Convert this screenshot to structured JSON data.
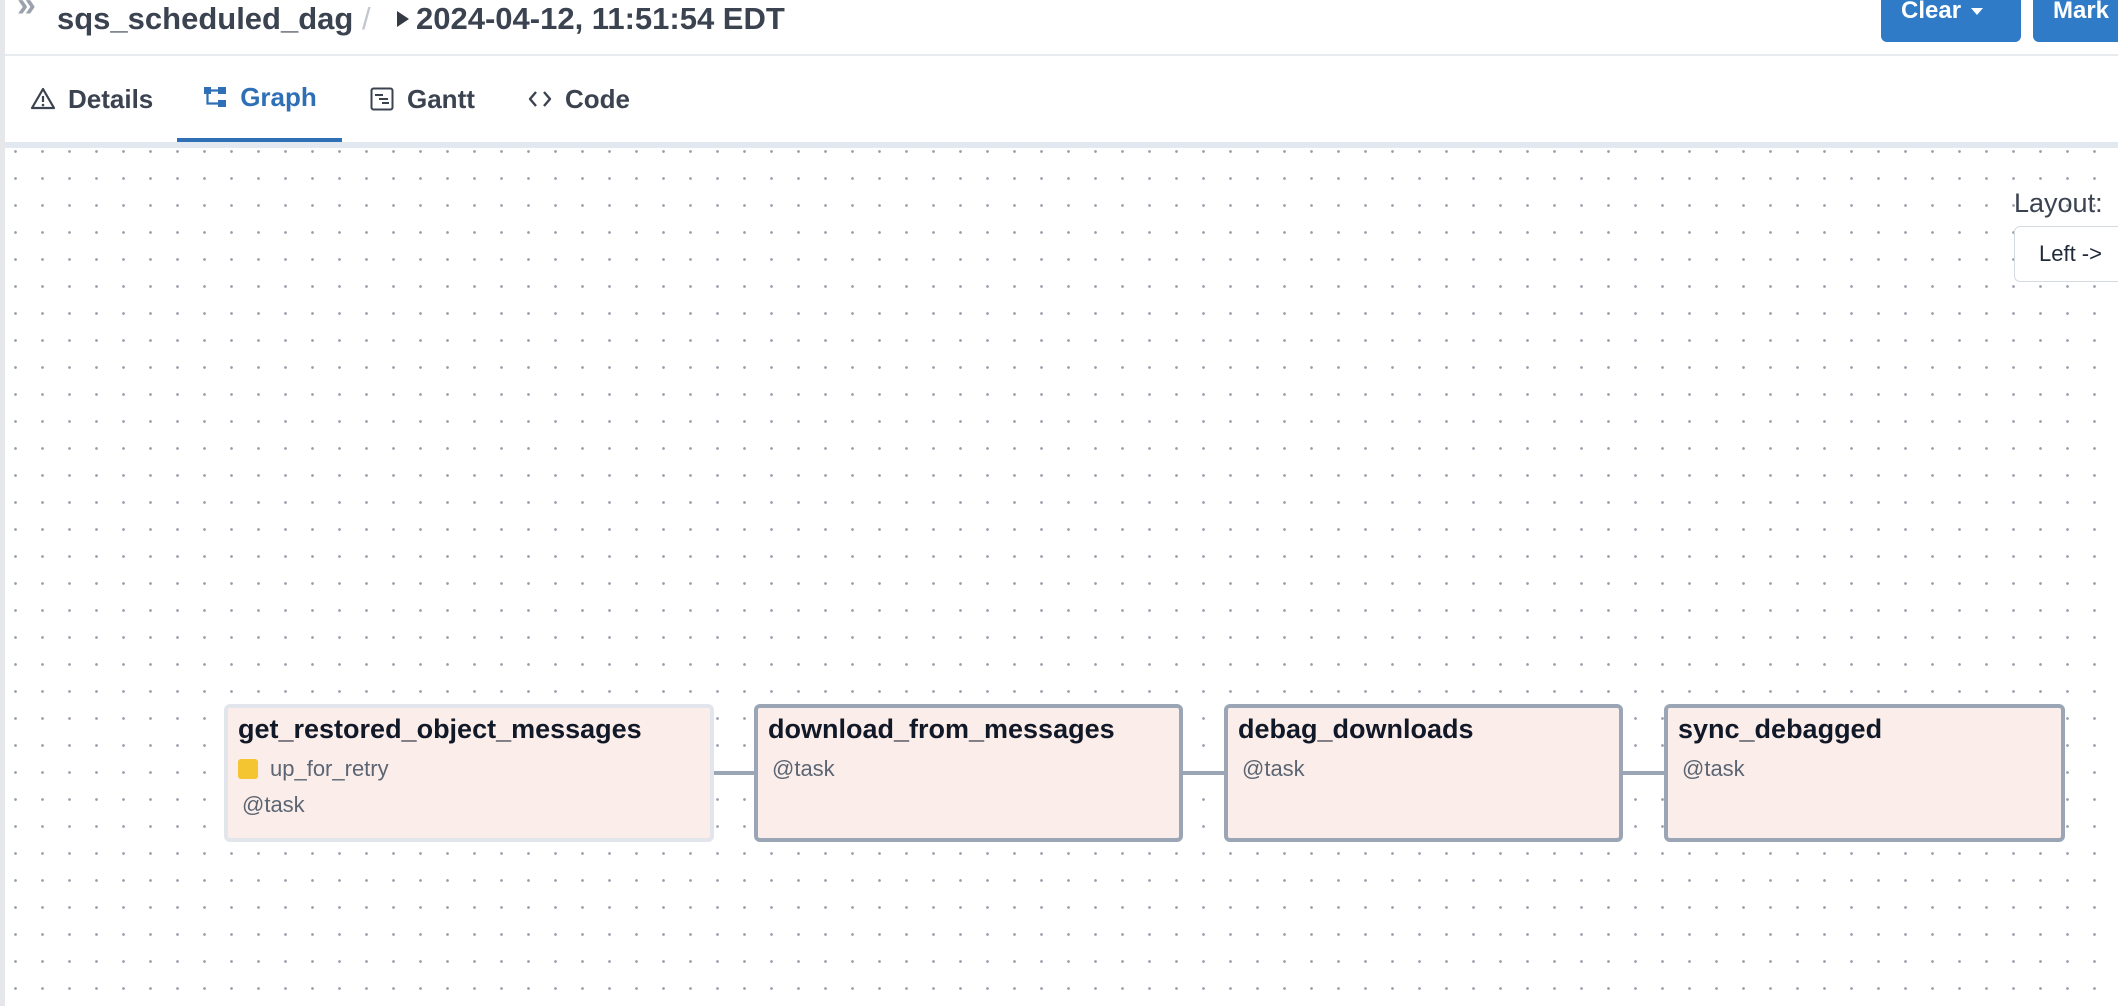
{
  "header": {
    "dag_name": "sqs_scheduled_dag",
    "separator": "/",
    "run_label": "2024-04-12, 11:51:54 EDT",
    "clear_button": "Clear",
    "mark_button": "Mark"
  },
  "tabs": {
    "details": "Details",
    "graph": "Graph",
    "gantt": "Gantt",
    "code": "Code",
    "active": "Graph"
  },
  "layout": {
    "label": "Layout:",
    "value": "Left ->"
  },
  "graph": {
    "nodes": [
      {
        "id": "get_restored_object_messages",
        "status": "up_for_retry",
        "status_color": "#f5c431",
        "operator": "@task"
      },
      {
        "id": "download_from_messages",
        "operator": "@task"
      },
      {
        "id": "debag_downloads",
        "operator": "@task"
      },
      {
        "id": "sync_debagged",
        "operator": "@task"
      }
    ]
  },
  "colors": {
    "primary": "#2f7bc8",
    "active_tab": "#2f6fb5",
    "node_fill": "#fbeeea",
    "node_border": "#9aa6b5",
    "retry_status": "#f5c431"
  }
}
